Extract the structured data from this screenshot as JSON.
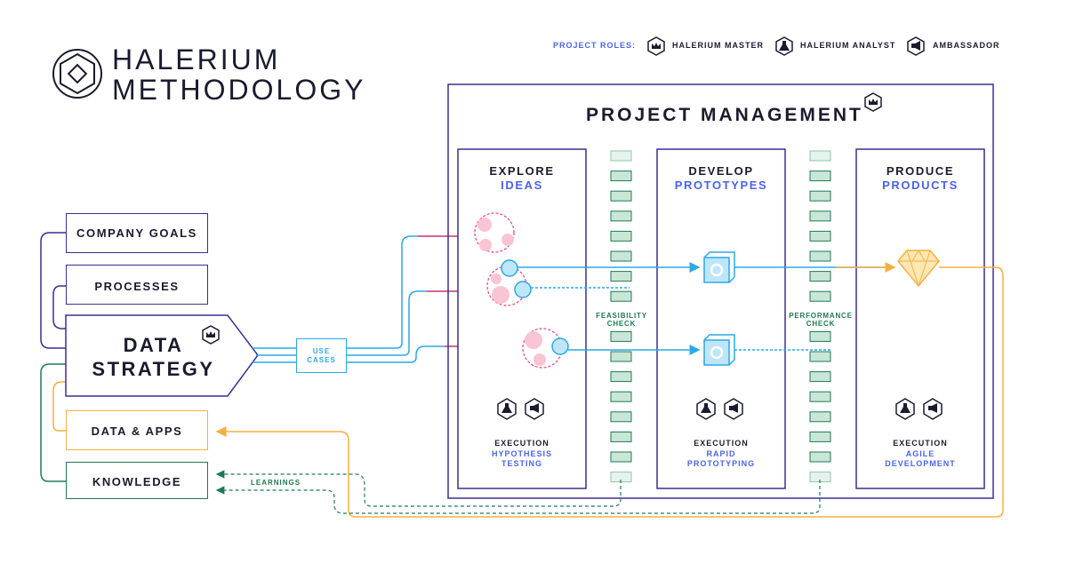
{
  "logo": {
    "line1": "HALERIUM",
    "line2": "METHODOLOGY"
  },
  "roles": {
    "heading": "PROJECT ROLES:",
    "items": [
      {
        "label": "HALERIUM MASTER",
        "icon": "crown-icon"
      },
      {
        "label": "HALERIUM ANALYST",
        "icon": "flask-icon"
      },
      {
        "label": "AMBASSADOR",
        "icon": "megaphone-icon"
      }
    ]
  },
  "inputs": {
    "company_goals": "COMPANY GOALS",
    "processes": "PROCESSES",
    "data_apps": "DATA & APPS",
    "knowledge": "KNOWLEDGE"
  },
  "data_strategy": {
    "line1": "DATA",
    "line2": "STRATEGY"
  },
  "use_cases": {
    "line1": "USE",
    "line2": "CASES"
  },
  "project_management": {
    "title": "PROJECT MANAGEMENT"
  },
  "columns": [
    {
      "title": "EXPLORE",
      "subtitle": "IDEAS",
      "exec_title": "EXECUTION",
      "exec_sub1": "HYPOTHESIS",
      "exec_sub2": "TESTING"
    },
    {
      "title": "DEVELOP",
      "subtitle": "PROTOTYPES",
      "exec_title": "EXECUTION",
      "exec_sub1": "RAPID",
      "exec_sub2": "PROTOTYPING"
    },
    {
      "title": "PRODUCE",
      "subtitle": "PRODUCTS",
      "exec_title": "EXECUTION",
      "exec_sub1": "AGILE",
      "exec_sub2": "DEVELOPMENT"
    }
  ],
  "gates": {
    "feasibility": {
      "line1": "FEASIBILITY",
      "line2": "CHECK"
    },
    "performance": {
      "line1": "PERFORMANCE",
      "line2": "CHECK"
    }
  },
  "learnings": "LEARNINGS",
  "colors": {
    "navy": "#3b2f8f",
    "blue_text": "#4a63e8",
    "cyan": "#2aa8e8",
    "pink": "#e8437a",
    "orange": "#f5b041",
    "green": "#1e7a55",
    "ink": "#1b1b2e"
  }
}
